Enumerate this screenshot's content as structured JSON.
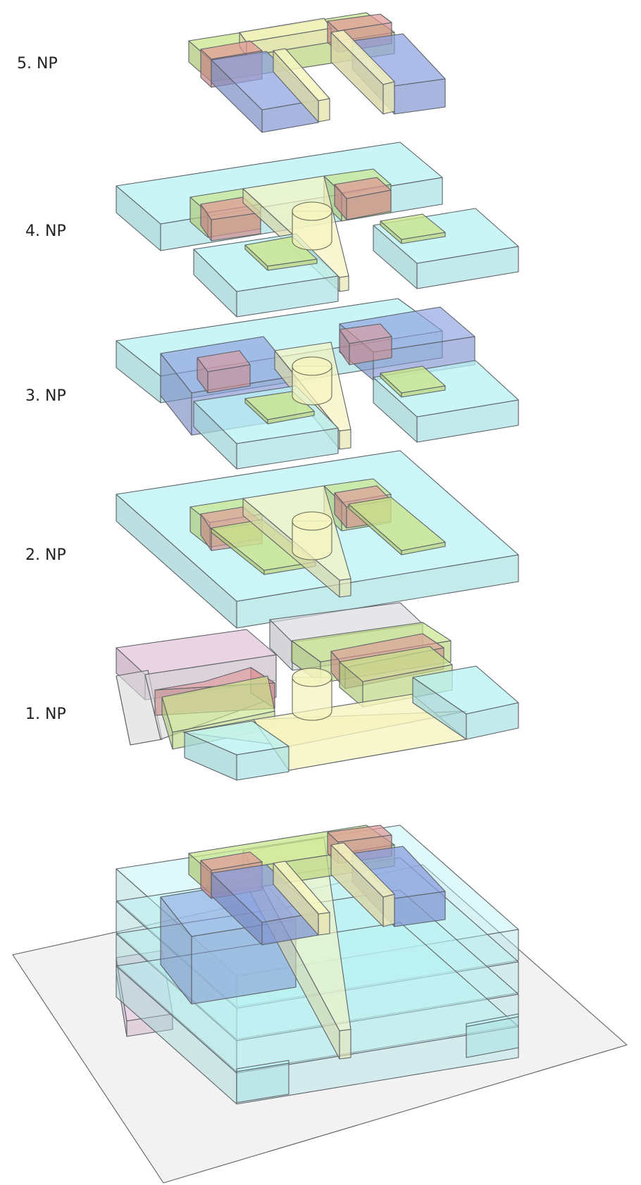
{
  "floors": [
    {
      "key": "np5",
      "label": "5. NP"
    },
    {
      "key": "np4",
      "label": "4. NP"
    },
    {
      "key": "np3",
      "label": "3. NP"
    },
    {
      "key": "np2",
      "label": "2. NP"
    },
    {
      "key": "np1",
      "label": "1. NP"
    }
  ],
  "colors": {
    "cyan": "#b8f1f4",
    "yellow": "#f6f4bf",
    "green": "#c9e58c",
    "red": "#df9596",
    "blue": "#8a9ede",
    "pink": "#e3c6d9",
    "gray": "#d9d9db",
    "ground": "#f2f2f2",
    "edge": "#5d6268"
  }
}
